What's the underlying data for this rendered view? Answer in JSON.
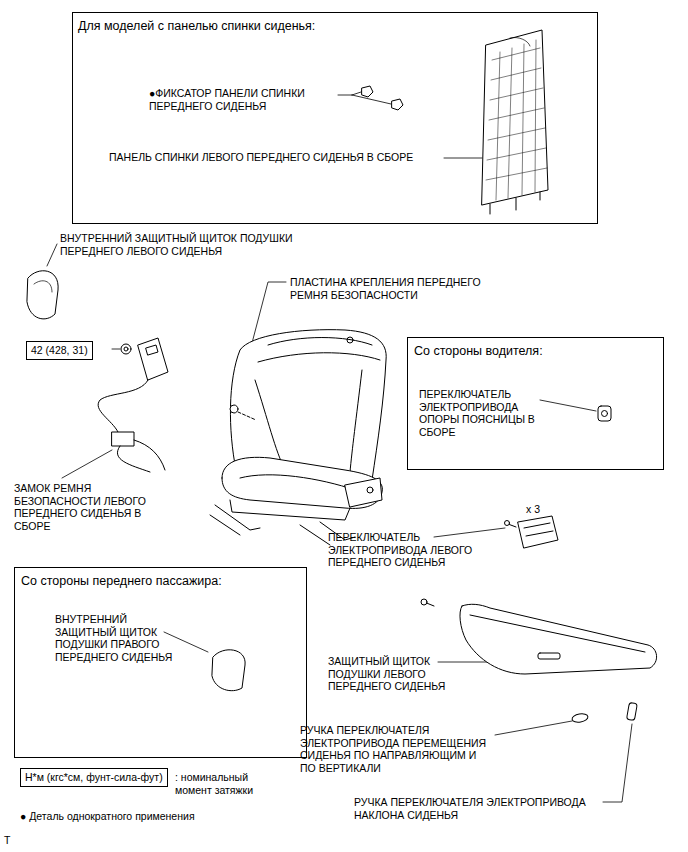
{
  "diagram": {
    "nodes": [
      {
        "text": [
          "Для моделей с панелью спинки сиденья:",
          "●ФИКСАТОР ПАНЕЛИ СПИНКИ ПЕРЕДНЕГО СИДЕНЬЯ",
          "ПАНЕЛЬ СПИНКИ ЛЕВОГО ПЕРЕДНЕГО СИДЕНЬЯ В СБОРЕ"
        ]
      },
      {
        "text": [
          "42 (428, 31)"
        ]
      },
      {
        "text": [
          "Со стороны водителя:",
          "ПЕРЕКЛЮЧАТЕЛЬ ЭЛЕКТРОПРИВОДА ОПОРЫ ПОЯСНИЦЫ В СБОРЕ"
        ]
      },
      {
        "text": [
          "Со стороны переднего пассажира:",
          "ВНУТРЕННИЙ ЗАЩИТНЫЙ ЩИТОК ПОДУШКИ ПРАВОГО ПЕРЕДНЕГО СИДЕНЬЯ"
        ]
      },
      {
        "text": [
          "Н*м (кгс*см, фунт-сила-фут)",
          ": номинальный момент затяжки"
        ]
      }
    ],
    "labels": [
      "ВНУТРЕННИЙ ЗАЩИТНЫЙ ЩИТОК ПОДУШКИ ПЕРЕДНЕГО ЛЕВОГО СИДЕНЬЯ",
      "ПЛАСТИНА КРЕПЛЕНИЯ ПЕРЕДНЕГО РЕМНЯ БЕЗОПАСНОСТИ",
      "ЗАМОК РЕМНЯ БЕЗОПАСНОСТИ ЛЕВОГО ПЕРЕДНЕГО СИДЕНЬЯ В СБОРЕ",
      "x 3",
      "ПЕРЕКЛЮЧАТЕЛЬ ЭЛЕКТРОПРИВОДА ЛЕВОГО ПЕРЕДНЕГО СИДЕНЬЯ",
      "ЗАЩИТНЫЙ ЩИТОК ПОДУШКИ ЛЕВОГО ПЕРЕДНЕГО СИДЕНЬЯ",
      "РУЧКА ПЕРЕКЛЮЧАТЕЛЯ ЭЛЕКТРОПРИВОДА ПЕРЕМЕЩЕНИЯ СИДЕНЬЯ ПО НАПРАВЛЯЮЩИМ И ПО ВЕРТИКАЛИ",
      "РУЧКА ПЕРЕКЛЮЧАТЕЛЯ ЭЛЕКТРОПРИВОДА НАКЛОНА СИДЕНЬЯ",
      "● Деталь однократного применения",
      "T"
    ]
  }
}
